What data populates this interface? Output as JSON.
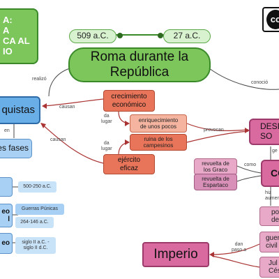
{
  "title_box": {
    "lines": [
      "A:",
      "A",
      "CA AL",
      "IO"
    ]
  },
  "cc_badge": "cc",
  "timeline": {
    "start": "509 a.C.",
    "end": "27 a.C."
  },
  "central": {
    "line1": "Roma durante la",
    "line2": "República"
  },
  "link_labels": {
    "realizo": "realizó",
    "conocio": "conoció",
    "causan_top": "causan",
    "causan_bottom": "causan",
    "en": "en",
    "da_lugar_top_1": "da",
    "da_lugar_top_2": "lugar",
    "da_lugar_bot_1": "da",
    "da_lugar_bot_2": "lugar",
    "provocan": "provocan",
    "como": "como",
    "ge": "ge",
    "hizo_1": "hiz",
    "hizo_2": "aumen",
    "dan_paso_1": "dan",
    "dan_paso_2": "paso a"
  },
  "conquistas": "quistas",
  "fases": "es fases",
  "phases": [
    {
      "label": "",
      "date": "500-250 a.C."
    },
    {
      "label_1": "eo",
      "label_2": "l",
      "event": "Guerras Púnicas",
      "date": "264-146 a.C."
    },
    {
      "label_1": "eo",
      "label_2": "",
      "date_1": "siglo II a.C. -",
      "date_2": "siglo II d.C."
    }
  ],
  "crecimiento": {
    "line1": "crecimiento",
    "line2": "económico"
  },
  "ejercito": {
    "line1": "ejército",
    "line2": "eficaz"
  },
  "enriquecimiento": {
    "line1": "enriquecimiento",
    "line2": "de unos pocos"
  },
  "ruina": {
    "line1": "ruina de los",
    "line2": "campesinos"
  },
  "desigualdades": {
    "line1": "DESI",
    "line2": "SO"
  },
  "crisis": "CO",
  "revuelta_gracos": {
    "line1": "revuelta de",
    "line2": "los Graco"
  },
  "revuelta_espartaco": {
    "line1": "revuelta de",
    "line2": "Espartaco"
  },
  "poder": {
    "line1": "po",
    "line2": "de"
  },
  "guerras_civiles": {
    "line1": "guer",
    "line2": "civil"
  },
  "julio_cesar": {
    "line1": "Jul",
    "line2": "Cés"
  },
  "imperio": "Imperio"
}
